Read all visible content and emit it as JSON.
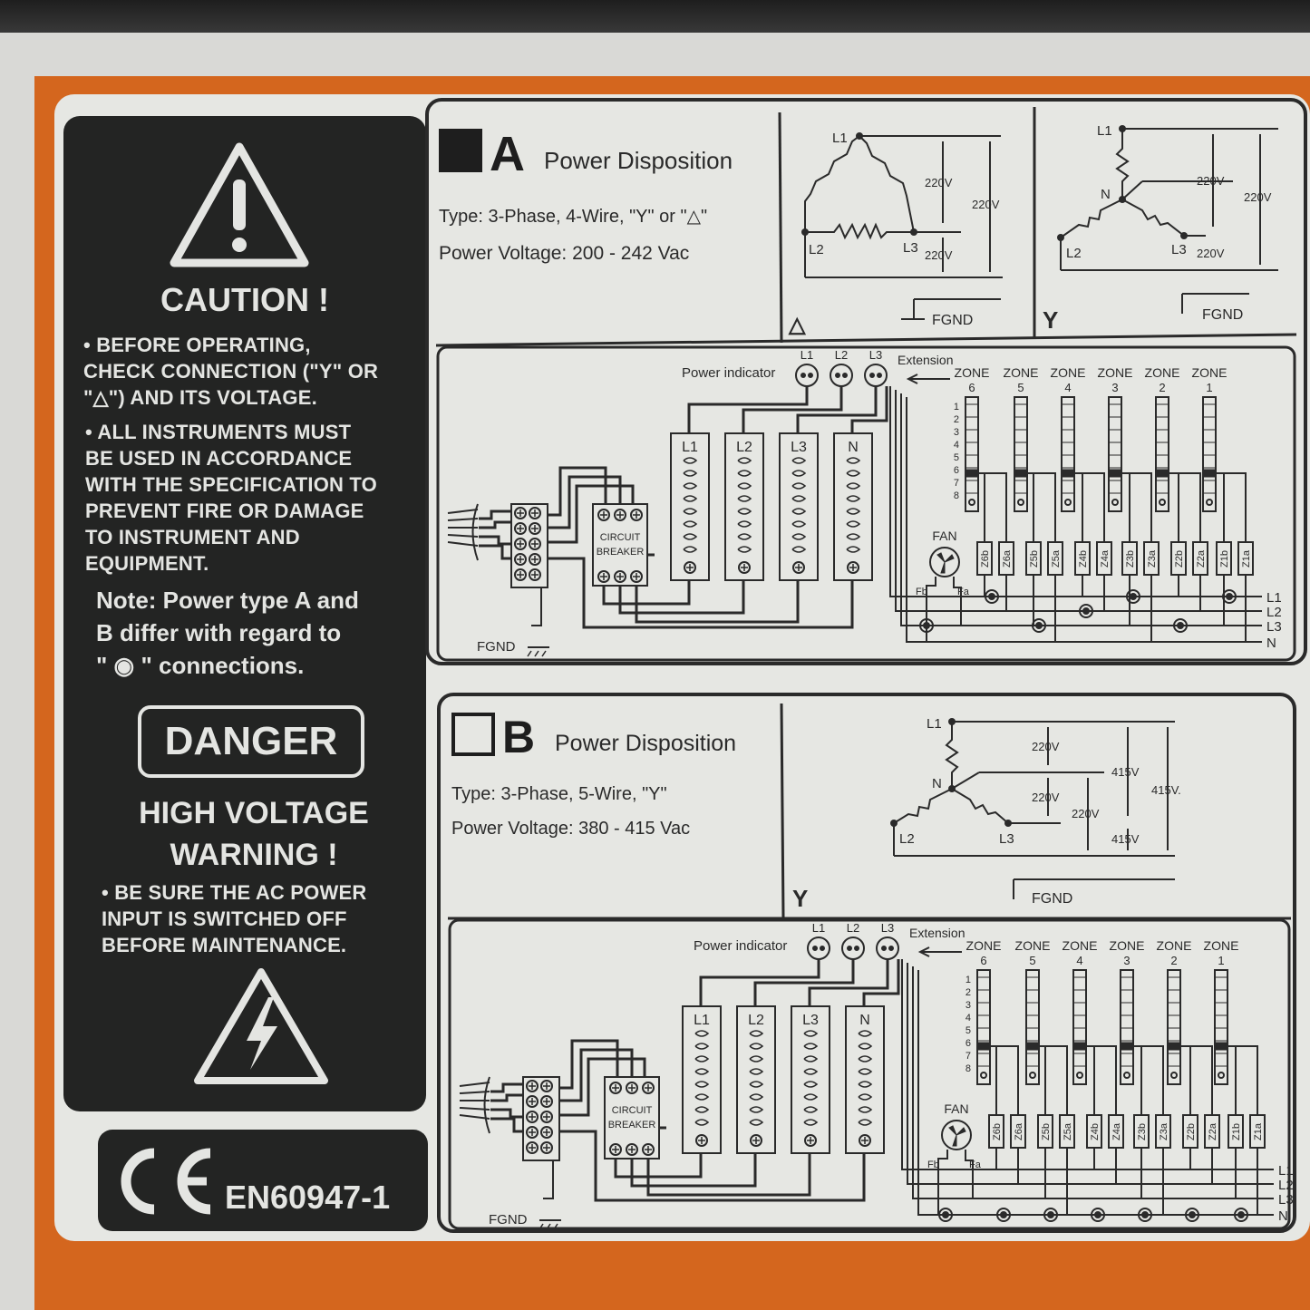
{
  "caution": {
    "title": "CAUTION !",
    "bullet1": [
      "• BEFORE OPERATING,",
      "CHECK CONNECTION (\"Y\" OR",
      "\"△\") AND ITS VOLTAGE."
    ],
    "bullet2": [
      "• ALL INSTRUMENTS MUST",
      "BE USED IN ACCORDANCE",
      "WITH THE SPECIFICATION TO",
      "PREVENT FIRE OR DAMAGE",
      "TO INSTRUMENT AND",
      "EQUIPMENT."
    ],
    "note": [
      "Note:  Power type A and",
      "B  differ  with regard to",
      "\" ◉ \" connections."
    ]
  },
  "danger": {
    "label": "DANGER",
    "title": [
      "HIGH VOLTAGE",
      "WARNING !"
    ],
    "bullet": [
      "• BE SURE THE AC POWER",
      "INPUT IS SWITCHED OFF",
      "BEFORE MAINTENANCE."
    ]
  },
  "certification": {
    "mark": "CE",
    "standard": "EN60947-1"
  },
  "section_a": {
    "letter": "A",
    "heading": "Power Disposition",
    "type": "Type:  3-Phase, 4-Wire, \"Y\" or \"△\"",
    "voltage": "Power Voltage:  200 - 242 Vac",
    "delta_symbol": "△",
    "y_symbol": "Y"
  },
  "section_b": {
    "letter": "B",
    "heading": "Power Disposition",
    "type": "Type:  3-Phase, 5-Wire, \"Y\"",
    "voltage": "Power Voltage:  380 - 415 Vac",
    "y_symbol": "Y"
  },
  "diagram_labels": {
    "l1": "L1",
    "l2": "L2",
    "l3": "L3",
    "n": "N",
    "fgnd": "FGND",
    "v220": "220V",
    "v415": "415V",
    "v415dot": "415V.",
    "power_indicator": "Power indicator",
    "extension": "Extension",
    "zone": "ZONE",
    "zone_numbers": [
      "6",
      "5",
      "4",
      "3",
      "2",
      "1"
    ],
    "terminal_numbers": [
      "1",
      "2",
      "3",
      "4",
      "5",
      "6",
      "7",
      "8"
    ],
    "zone_terminals": [
      "Z6b",
      "Z6a",
      "Z5b",
      "Z5a",
      "Z4b",
      "Z4a",
      "Z3b",
      "Z3a",
      "Z2b",
      "Z2a",
      "Z1b",
      "Z1a"
    ],
    "circuit": "CIRCUIT",
    "breaker": "BREAKER",
    "fan": "FAN",
    "fb": "Fb",
    "fa": "Fa"
  },
  "colors": {
    "orange": "#d4661e",
    "panel_dark": "#232423",
    "label_bg": "#e6e7e3",
    "ink": "#2a2a2a"
  }
}
